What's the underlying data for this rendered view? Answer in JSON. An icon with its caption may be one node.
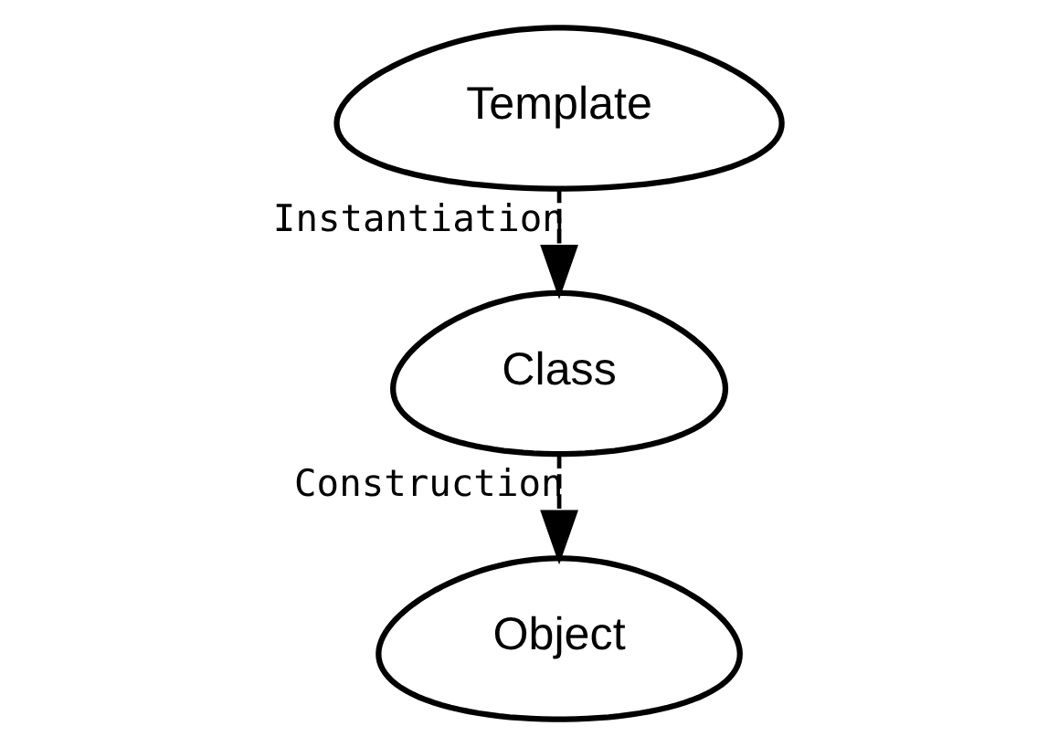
{
  "diagram": {
    "nodes": [
      {
        "text": [
          "Template"
        ]
      },
      {
        "text": [
          "Class"
        ]
      },
      {
        "text": [
          "Object"
        ]
      }
    ],
    "edges": [
      {
        "from": 0,
        "to": 1,
        "arrow": "to",
        "label": "Instantiation",
        "style": "dashed"
      },
      {
        "from": 1,
        "to": 2,
        "arrow": "to",
        "label": "Construction",
        "style": "dashed"
      }
    ]
  }
}
